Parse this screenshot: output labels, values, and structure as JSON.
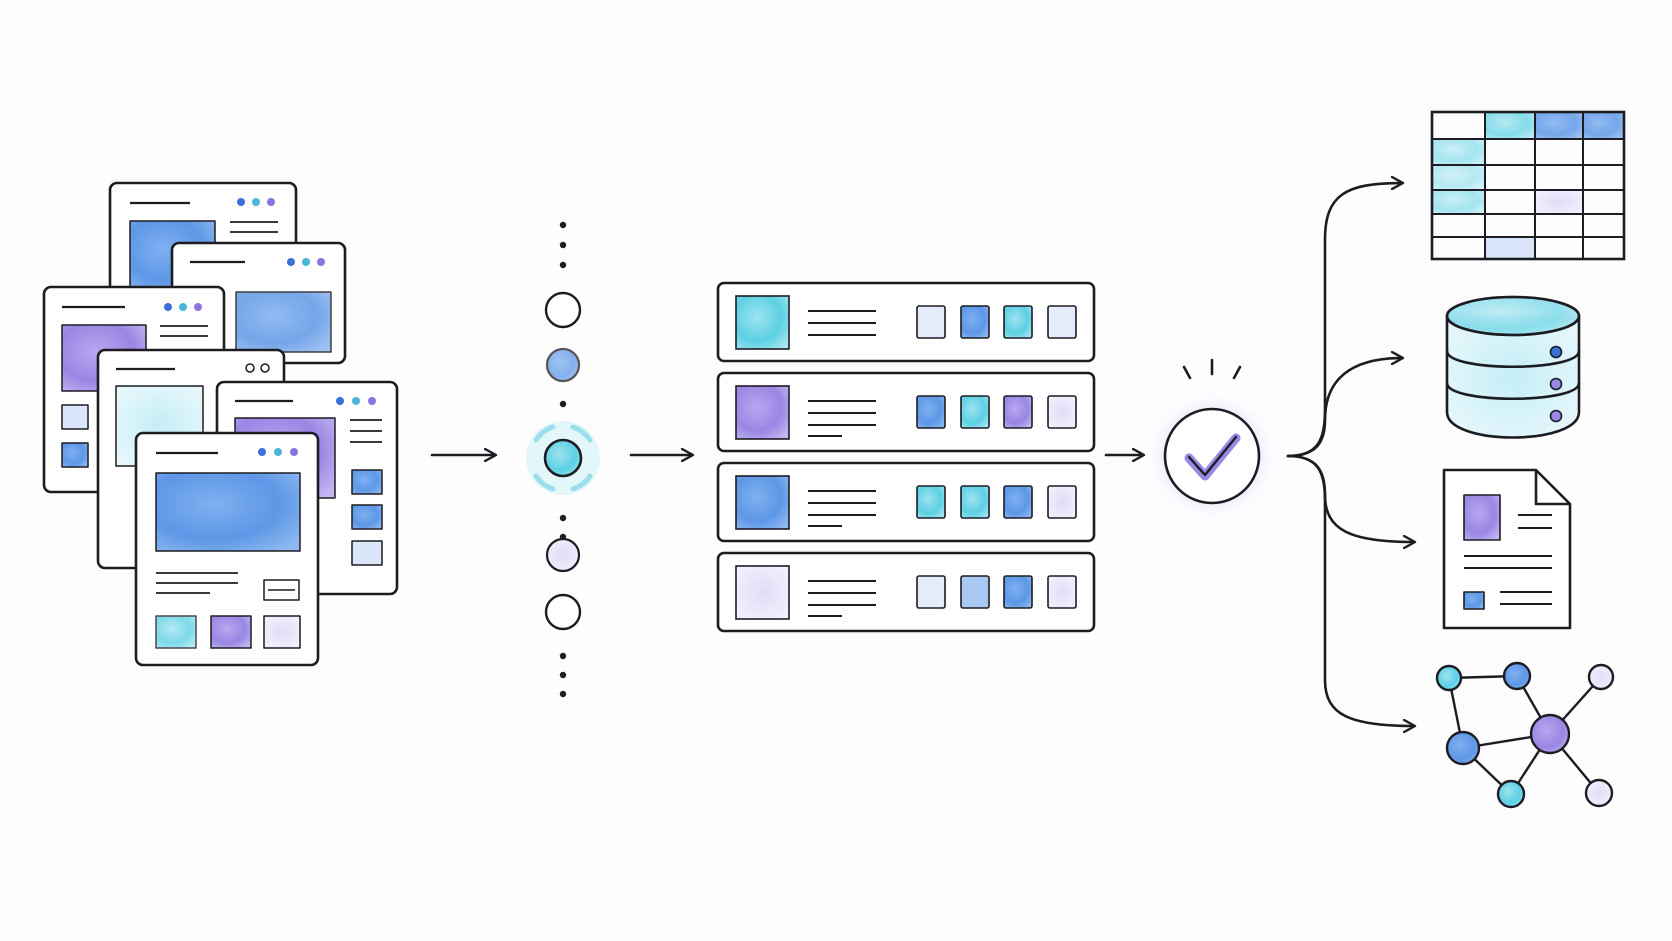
{
  "palette": {
    "ink": "#1c1c22",
    "paper": "#ffffff",
    "blue": "#5d97e6",
    "blue_light": "#a9c8f3",
    "cyan": "#5cd0e4",
    "cyan_light": "#b6e9f2",
    "purple": "#9a86e4",
    "purple_light": "#d4caf4",
    "pale": "#e4ecfb"
  },
  "stages": [
    {
      "id": "source-pages",
      "icon": "stacked-web-pages-icon"
    },
    {
      "id": "selection-timeline",
      "icon": "timeline-dots-icon"
    },
    {
      "id": "record-list",
      "icon": "record-rows-icon"
    },
    {
      "id": "validation",
      "icon": "check-circle-icon"
    },
    {
      "id": "outputs",
      "icon": "branching-outputs-icon"
    }
  ],
  "timeline": {
    "nodes": [
      "empty",
      "blue",
      "cyan-active",
      "purple",
      "empty"
    ]
  },
  "records": [
    {
      "thumb": "cyan",
      "cells": [
        "pale",
        "blue",
        "cyan",
        "pale"
      ]
    },
    {
      "thumb": "purple",
      "cells": [
        "blue",
        "cyan",
        "purple",
        "purple_light"
      ]
    },
    {
      "thumb": "blue",
      "cells": [
        "cyan",
        "cyan",
        "blue",
        "purple_light"
      ]
    },
    {
      "thumb": "purple_light",
      "cells": [
        "pale",
        "blue_light",
        "blue",
        "purple_light"
      ]
    }
  ],
  "outputs": [
    {
      "id": "table",
      "icon": "spreadsheet-table-icon"
    },
    {
      "id": "database",
      "icon": "database-cylinder-icon"
    },
    {
      "id": "document",
      "icon": "document-file-icon"
    },
    {
      "id": "graph",
      "icon": "network-graph-icon"
    }
  ]
}
